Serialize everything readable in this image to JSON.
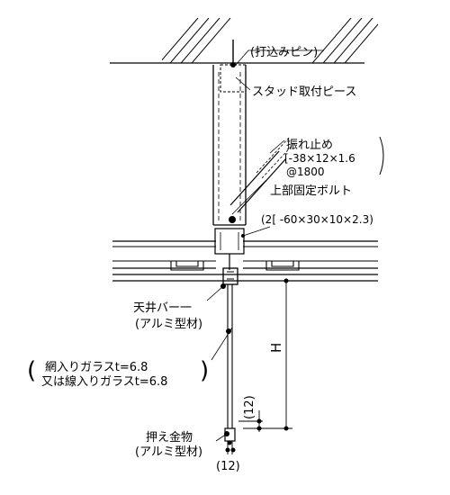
{
  "labels": {
    "driving_pin": "(打込みピン)",
    "stud_piece": "スタッド取付ピース",
    "brace_title": "振れ止め",
    "brace_spec": "[-38×12×1.6",
    "brace_pitch": "@1800",
    "top_bolt": "上部固定ボルト",
    "channel_spec": "(2[ -60×30×10×2.3)",
    "ceiling_bar": "天井バー一",
    "ceiling_bar_material": "(アルミ型材)",
    "glass_line1": "網入りガラスt=6.8",
    "glass_line2": "又は線入りガラスt=6.8",
    "glass_open_paren": "(",
    "glass_close_paren": ")",
    "press_fitting": "押え金物",
    "press_fitting_material": "(アルミ型材)",
    "dim_12_vertical": "(12)",
    "dim_12_horizontal": "(12)",
    "dim_h": "H"
  }
}
